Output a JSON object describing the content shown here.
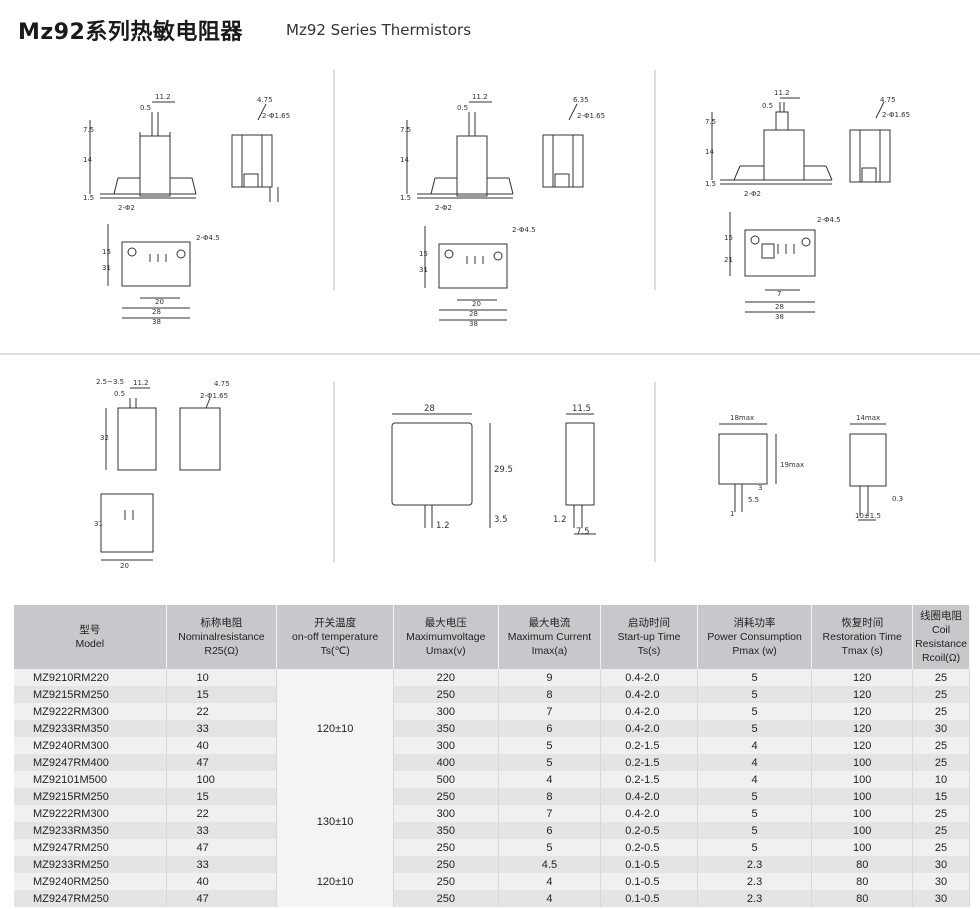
{
  "title": {
    "cn": "Mz92系列热敏电阻器",
    "en": "Mz92 Series Thermistors"
  },
  "drawings": {
    "d1": {
      "w1": "11.2",
      "w2": "4.75",
      "pin": "0.5",
      "hole": "2-Φ1.65",
      "h1": "7.5",
      "h2": "14",
      "h3": "1.5",
      "base": "2-Φ2",
      "mount": "2-Φ4.5",
      "b1": "20",
      "b2": "28",
      "b3": "38",
      "s1": "15",
      "s2": "31"
    },
    "d2": {
      "w1": "11.2",
      "w2": "6.35",
      "pin": "0.5",
      "hole": "2-Φ1.65",
      "h1": "7.5",
      "h2": "14",
      "h3": "1.5",
      "base": "2-Φ2",
      "mount": "2-Φ4.5",
      "b1": "20",
      "b2": "28",
      "b3": "38",
      "s1": "15",
      "s2": "31"
    },
    "d3": {
      "w1": "11.2",
      "w2": "4.75",
      "pin": "0.5",
      "hole": "2-Φ1.65",
      "h1": "7.5",
      "h2": "14",
      "h3": "1.5",
      "base": "2-Φ2",
      "mount": "2-Φ4.5",
      "b1": "7",
      "b2": "28",
      "b3": "38",
      "s1": "15",
      "s2": "21"
    },
    "d4": {
      "w1": "11.2",
      "w2": "4.75",
      "pin": "0.5",
      "hole": "2-Φ1.65",
      "h0": "2.5~3.5",
      "h1": "32",
      "b1": "20",
      "s1": "31"
    },
    "d5": {
      "w": "28",
      "h": "29.5",
      "pin": "1.2",
      "lead": "3.5",
      "d": "11.5",
      "p1": "1.2",
      "p2": "7.5"
    },
    "d6": {
      "w": "18max",
      "h": "19max",
      "lead": "5.5",
      "p": "3",
      "d": "14max",
      "t": "0.3",
      "s": "10±1.5",
      "q": "1"
    }
  },
  "table": {
    "headers": [
      {
        "cn": "型号",
        "en": "Model",
        "sym": ""
      },
      {
        "cn": "标称电阻",
        "en": "Nominalresistance",
        "sym": "R25(Ω)"
      },
      {
        "cn": "开关温度",
        "en": "on-off temperature",
        "sym": "Ts(℃)"
      },
      {
        "cn": "最大电压",
        "en": "Maximumvoltage",
        "sym": "Umax(v)"
      },
      {
        "cn": "最大电流",
        "en": "Maximum Current",
        "sym": "Imax(a)"
      },
      {
        "cn": "启动时间",
        "en": "Start-up Time",
        "sym": "Ts(s)"
      },
      {
        "cn": "消耗功率",
        "en": "Power Consumption",
        "sym": "Pmax (w)"
      },
      {
        "cn": "恢复时间",
        "en": "Restoration Time",
        "sym": "Tmax (s)"
      },
      {
        "cn": "线圈电阻",
        "en": "Coil Resistance",
        "sym": "Rcoil(Ω)"
      }
    ],
    "groups": [
      "120±10",
      "130±10",
      "120±10"
    ],
    "rows": [
      {
        "model": "MZ9210RM220",
        "r25": "10",
        "umax": "220",
        "imax": "9",
        "start": "0.4-2.0",
        "power": "5",
        "rest": "120",
        "coil": "25"
      },
      {
        "model": "MZ9215RM250",
        "r25": "15",
        "umax": "250",
        "imax": "8",
        "start": "0.4-2.0",
        "power": "5",
        "rest": "120",
        "coil": "25"
      },
      {
        "model": "MZ9222RM300",
        "r25": "22",
        "umax": "300",
        "imax": "7",
        "start": "0.4-2.0",
        "power": "5",
        "rest": "120",
        "coil": "25"
      },
      {
        "model": "MZ9233RM350",
        "r25": "33",
        "umax": "350",
        "imax": "6",
        "start": "0.4-2.0",
        "power": "5",
        "rest": "120",
        "coil": "30"
      },
      {
        "model": "MZ9240RM300",
        "r25": "40",
        "umax": "300",
        "imax": "5",
        "start": "0.2-1.5",
        "power": "4",
        "rest": "120",
        "coil": "25"
      },
      {
        "model": "MZ9247RM400",
        "r25": "47",
        "umax": "400",
        "imax": "5",
        "start": "0.2-1.5",
        "power": "4",
        "rest": "100",
        "coil": "25"
      },
      {
        "model": "MZ92101M500",
        "r25": "100",
        "umax": "500",
        "imax": "4",
        "start": "0.2-1.5",
        "power": "4",
        "rest": "100",
        "coil": "10"
      },
      {
        "model": "MZ9215RM250",
        "r25": "15",
        "umax": "250",
        "imax": "8",
        "start": "0.4-2.0",
        "power": "5",
        "rest": "100",
        "coil": "15"
      },
      {
        "model": "MZ9222RM300",
        "r25": "22",
        "umax": "300",
        "imax": "7",
        "start": "0.4-2.0",
        "power": "5",
        "rest": "100",
        "coil": "25"
      },
      {
        "model": "MZ9233RM350",
        "r25": "33",
        "umax": "350",
        "imax": "6",
        "start": "0.2-0.5",
        "power": "5",
        "rest": "100",
        "coil": "25"
      },
      {
        "model": "MZ9247RM250",
        "r25": "47",
        "umax": "250",
        "imax": "5",
        "start": "0.2-0.5",
        "power": "5",
        "rest": "100",
        "coil": "25"
      },
      {
        "model": "MZ9233RM250",
        "r25": "33",
        "umax": "250",
        "imax": "4.5",
        "start": "0.1-0.5",
        "power": "2.3",
        "rest": "80",
        "coil": "30"
      },
      {
        "model": "MZ9240RM250",
        "r25": "40",
        "umax": "250",
        "imax": "4",
        "start": "0.1-0.5",
        "power": "2.3",
        "rest": "80",
        "coil": "30"
      },
      {
        "model": "MZ9247RM250",
        "r25": "47",
        "umax": "250",
        "imax": "4",
        "start": "0.1-0.5",
        "power": "2.3",
        "rest": "80",
        "coil": "30"
      }
    ]
  }
}
